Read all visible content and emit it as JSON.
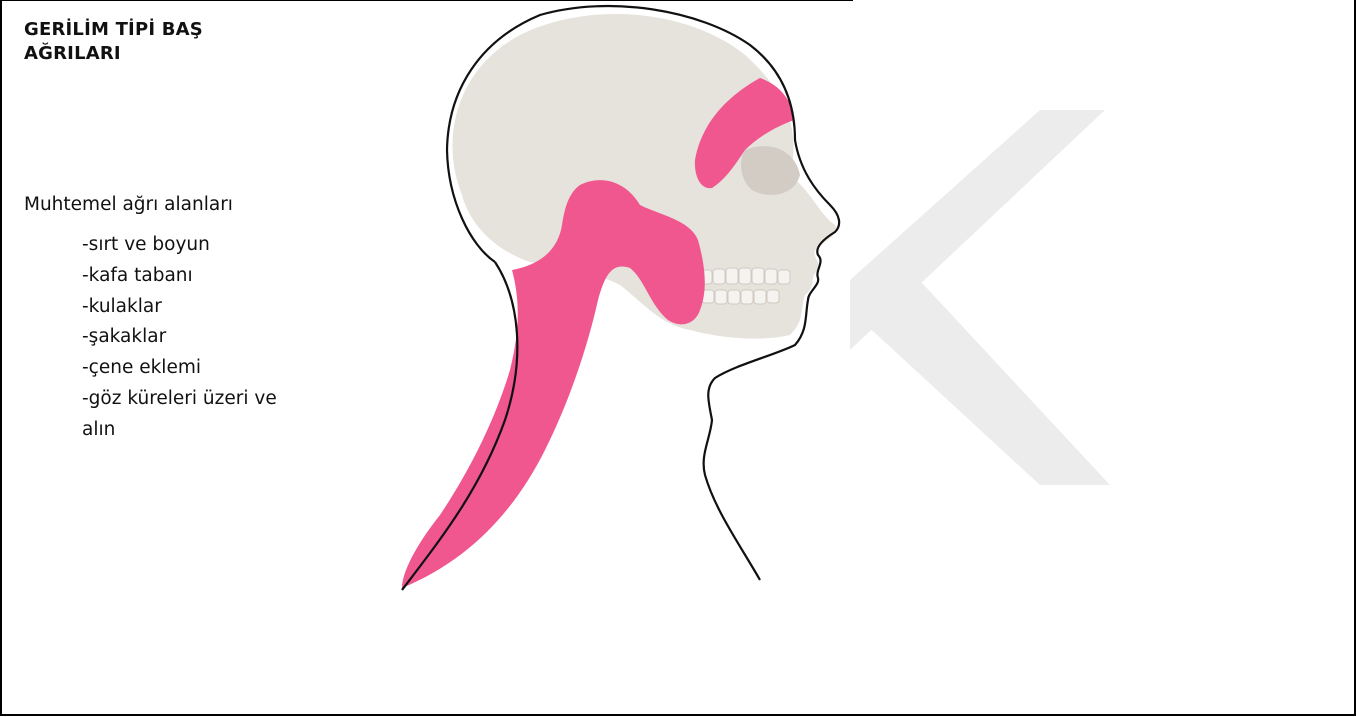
{
  "heading": {
    "line1": "GERİLİM TİPİ BAŞ",
    "line2": "AĞRILARI"
  },
  "pain_areas": {
    "title": "Muhtemel ağrı alanları",
    "items": [
      "-sırt ve boyun",
      "-kafa tabanı",
      "-kulaklar",
      "-şakaklar",
      "-çene eklemi",
      "-göz küreleri üzeri ve",
      "alın"
    ]
  },
  "colors": {
    "pain_highlight": "#f0578e",
    "skull": "#e6e2dc",
    "outline": "#111111",
    "watermark": "#ececec"
  },
  "figure_icon": "skull-profile-pain-map"
}
